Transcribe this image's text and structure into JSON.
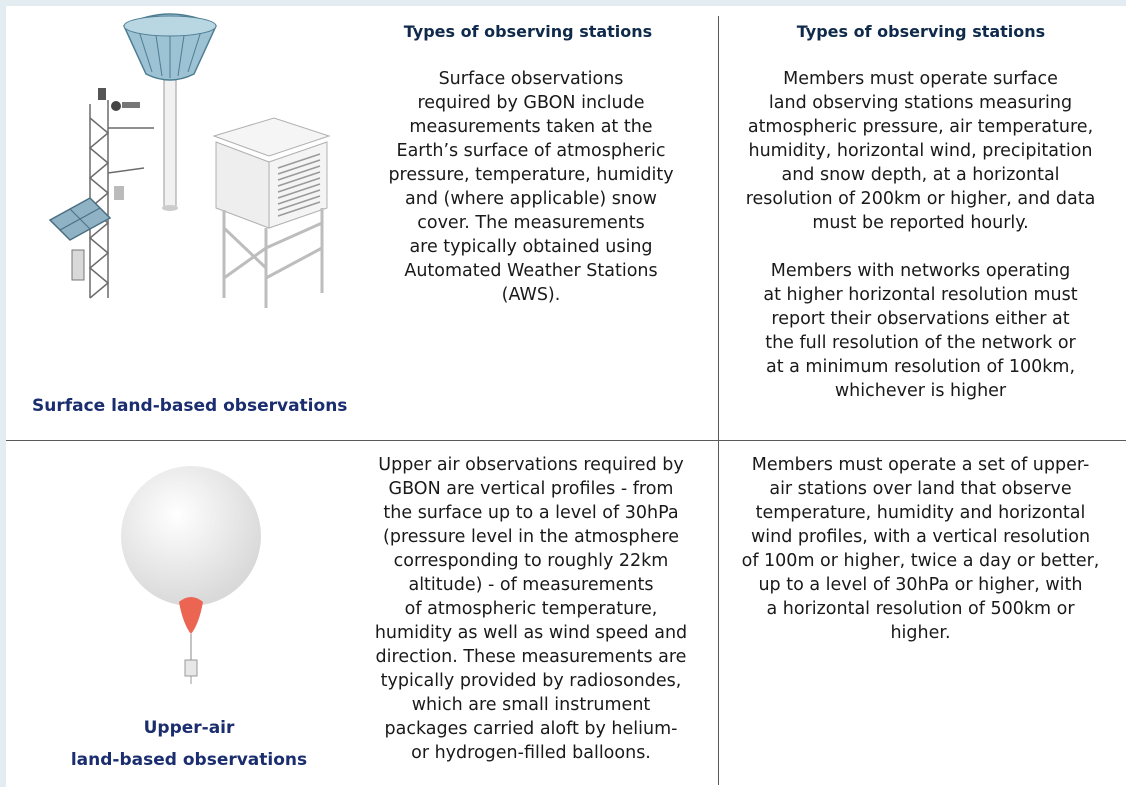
{
  "columns": {
    "col2_heading": "Types of observing stations",
    "col3_heading": "Types of observing stations"
  },
  "rows": [
    {
      "label": "Surface land-based observations",
      "icon": "weather-station-illustration",
      "description": "Surface observations\nrequired by GBON include\nmeasurements taken at the\nEarth’s surface of atmospheric\npressure, temperature, humidity\nand (where applicable) snow\ncover. The measurements\nare typically obtained using\nAutomated Weather Stations\n(AWS).",
      "requirement": "Members must operate surface\nland observing stations measuring\natmospheric pressure, air temperature,\nhumidity, horizontal wind, precipitation\nand snow depth, at a horizontal\nresolution of 200km or higher, and data\nmust be reported hourly.\n\nMembers with networks operating\nat higher horizontal resolution must\nreport their observations either at\nthe full resolution of the network or\nat a minimum resolution of 100km,\nwhichever is higher"
    },
    {
      "label": "Upper-air\nland-based observations",
      "icon": "weather-balloon-illustration",
      "description": "Upper air observations required by\nGBON are vertical profiles - from\nthe surface up to a level of 30hPa\n(pressure level in the atmosphere\ncorresponding to roughly 22km\naltitude) - of measurements\nof  atmospheric temperature,\nhumidity as well as wind speed and\ndirection. These measurements are\ntypically provided by radiosondes,\nwhich are small instrument\npackages carried aloft by helium-\nor hydrogen-filled balloons.",
      "requirement": "Members must operate a set of upper-\nair stations over land that observe\ntemperature, humidity and horizontal\nwind profiles, with a vertical resolution\nof 100m or higher, twice a day or better,\nup to a level of 30hPa or higher, with\na horizontal resolution of 500km or\nhigher."
    }
  ]
}
